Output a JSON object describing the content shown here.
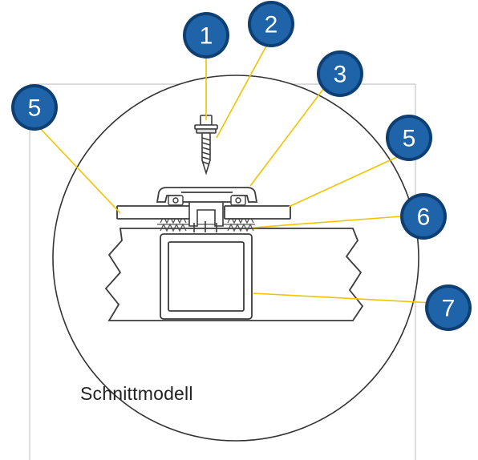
{
  "caption": "Schnittmodell",
  "colors": {
    "badge_fill": "#1f63a9",
    "badge_ring": "#0d3f73",
    "leader": "#f2c300",
    "line": "#3b3b3b",
    "frame": "#c8c8c8",
    "hatch": "#555555"
  },
  "callouts": [
    {
      "id": "c1",
      "label": "1"
    },
    {
      "id": "c2",
      "label": "2"
    },
    {
      "id": "c3",
      "label": "3"
    },
    {
      "id": "c5a",
      "label": "5"
    },
    {
      "id": "c5b",
      "label": "5"
    },
    {
      "id": "c6",
      "label": "6"
    },
    {
      "id": "c7",
      "label": "7"
    }
  ]
}
